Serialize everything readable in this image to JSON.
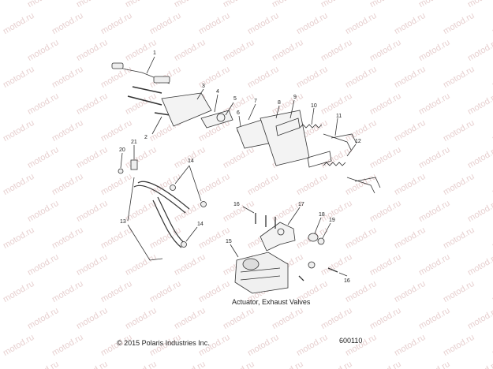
{
  "watermark_text": "motod.ru",
  "caption": "Actuator, Exhaust Valves",
  "copyright": "© 2015 Polaris Industries Inc.",
  "drawing_number": "600110",
  "callouts": {
    "c1": "1",
    "c2": "2",
    "c3": "3",
    "c4": "4",
    "c5": "5",
    "c6": "6",
    "c7": "7",
    "c8": "8",
    "c9": "9",
    "c10": "10",
    "c11": "11",
    "c12": "12",
    "c13": "13",
    "c14a": "14",
    "c14b": "14",
    "c15": "15",
    "c16a": "16",
    "c16b": "16",
    "c17": "17",
    "c18": "18",
    "c19": "19",
    "c20": "20",
    "c21": "21"
  }
}
